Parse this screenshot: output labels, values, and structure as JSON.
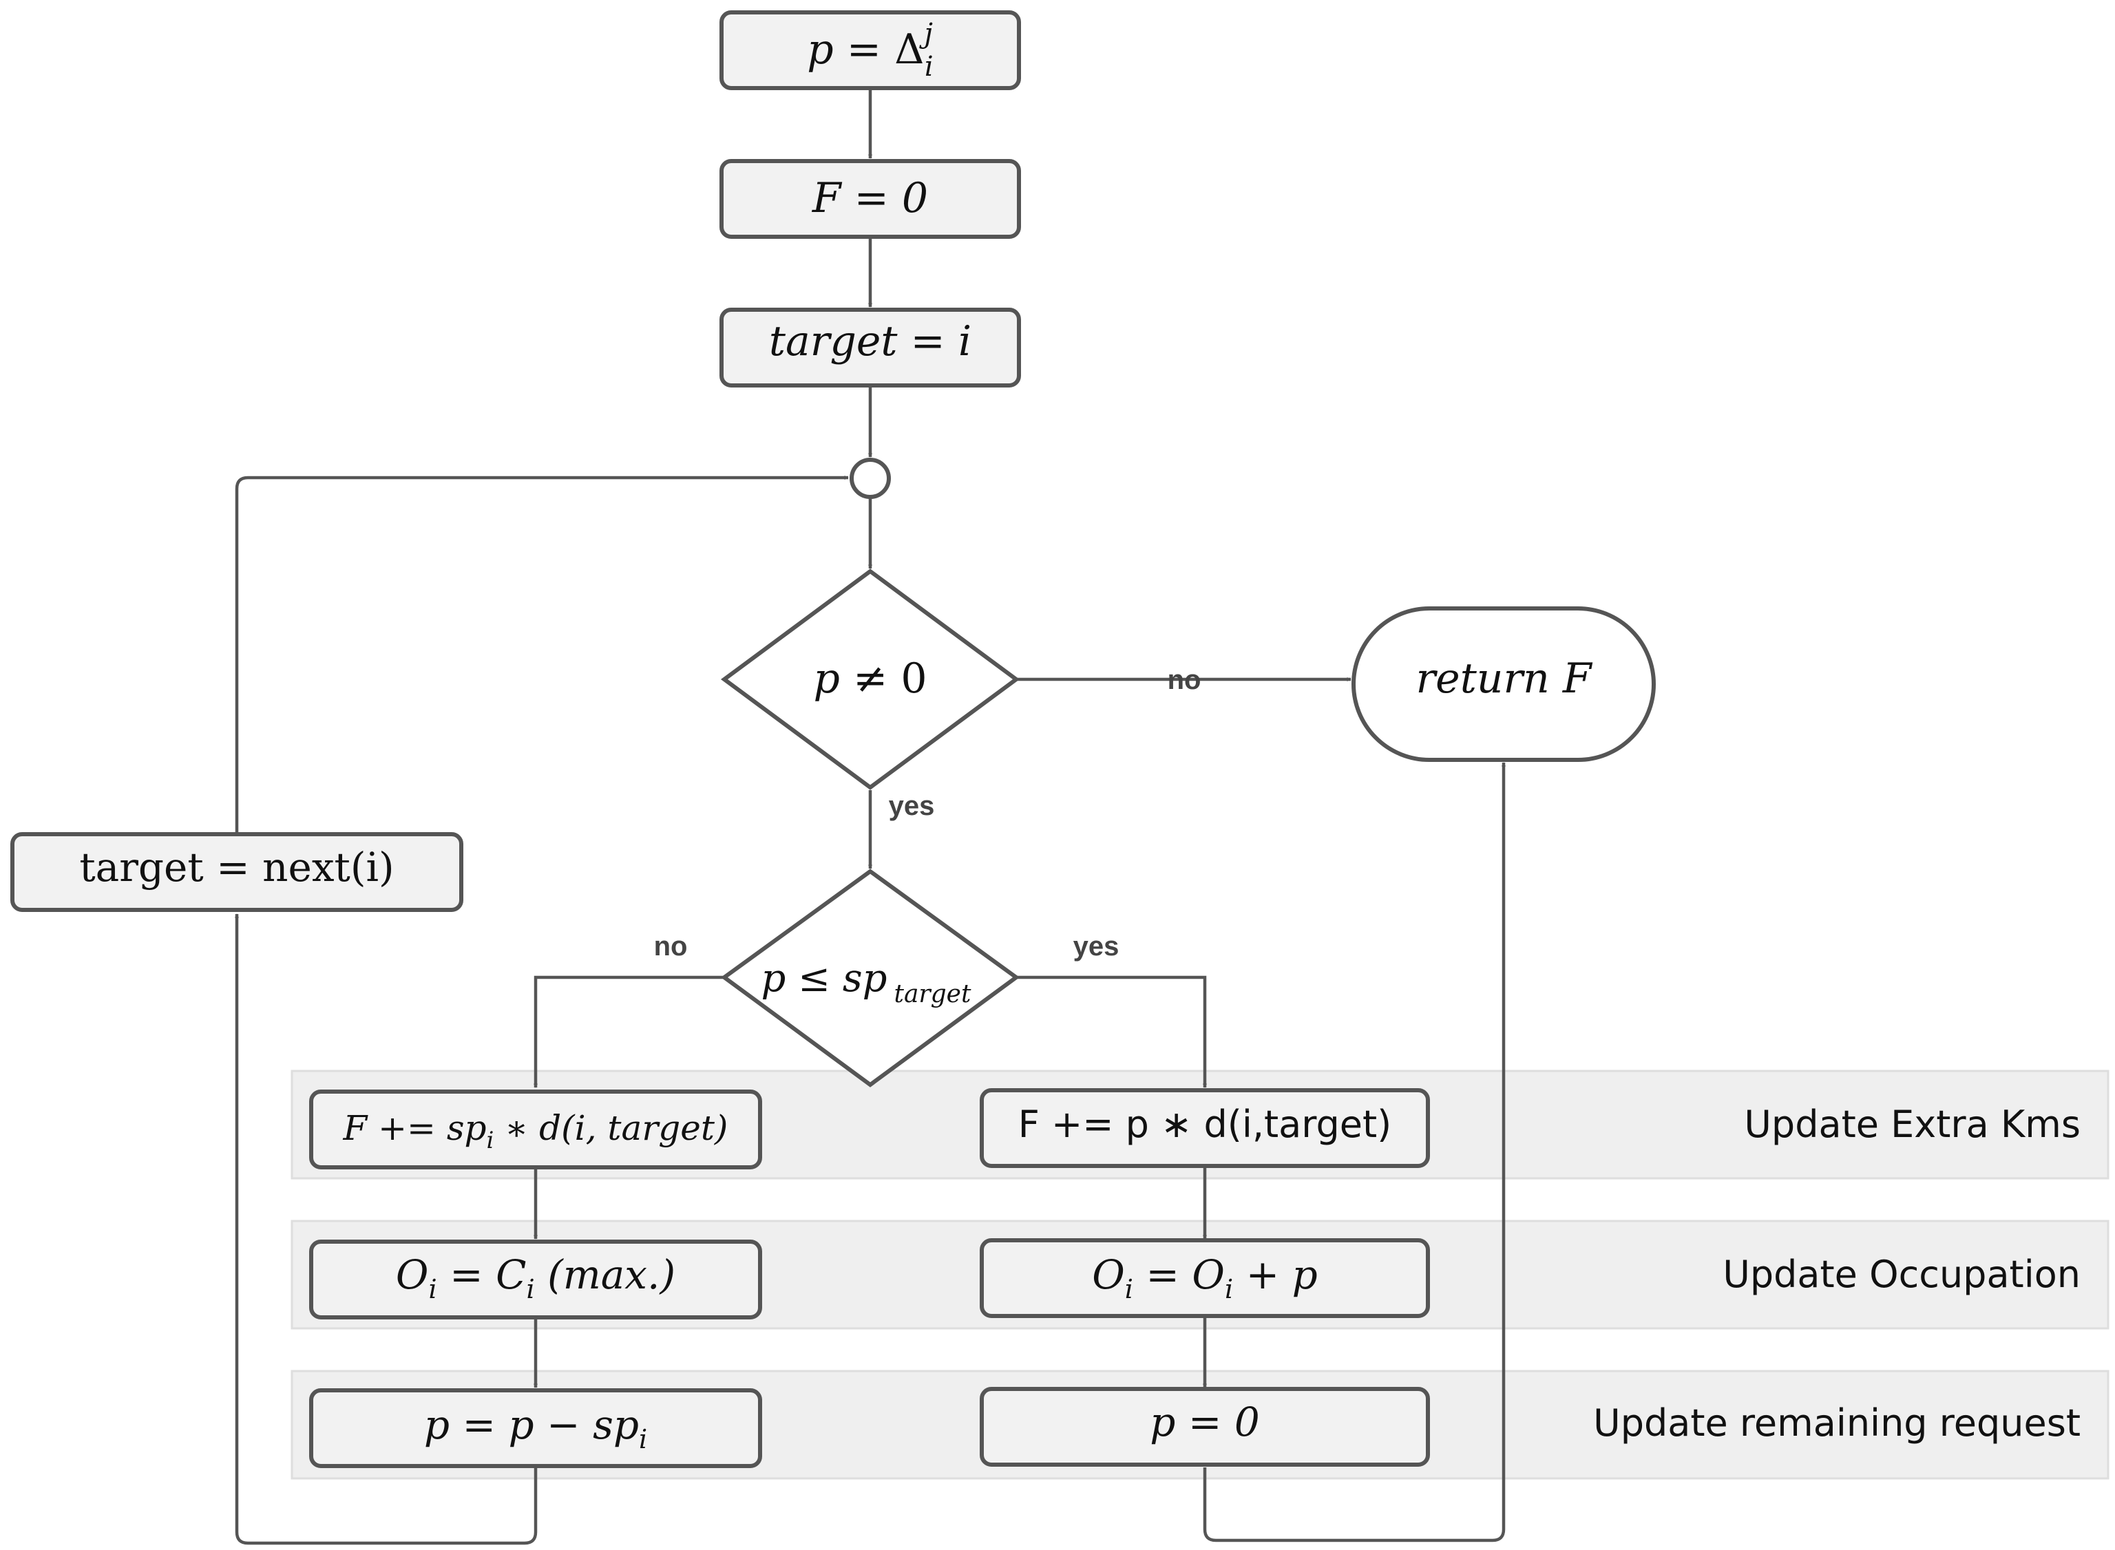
{
  "nodes": {
    "init_p": {
      "lhs": "p",
      "eq": " = ",
      "delta": "Δ",
      "sup": "j",
      "sub": "i"
    },
    "init_f": {
      "text": "F = 0"
    },
    "init_target": {
      "text": "target = i"
    },
    "loop_check": {
      "lhs": "p",
      "op": " ≠ 0"
    },
    "return": {
      "text": "return F"
    },
    "next_target": {
      "text": "target = next(i)"
    },
    "capacity_check": {
      "lhs": "p ≤ sp",
      "sub": "target"
    },
    "no_extra_kms": {
      "pre": "F += sp",
      "sub": "i",
      "post": " ∗ d(i, target)"
    },
    "no_occupation": {
      "o": "O",
      "sub1": "i",
      "eq": " = C",
      "sub2": "i",
      "post": " (max.)"
    },
    "no_remaining": {
      "pre": "p = p − sp",
      "sub": "i"
    },
    "yes_extra_kms": {
      "text": "F += p ∗ d(i,target)"
    },
    "yes_occupation": {
      "o": "O",
      "sub1": "i",
      "eq": " = O",
      "sub2": "i",
      "post": " + p"
    },
    "yes_remaining": {
      "text": "p = 0"
    }
  },
  "edge_labels": {
    "loop_no": "no",
    "loop_yes": "yes",
    "capacity_no": "no",
    "capacity_yes": "yes"
  },
  "bands": {
    "extra_kms": "Update Extra Kms",
    "occupation": "Update Occupation",
    "remaining": "Update remaining request"
  },
  "colors": {
    "stroke": "#555555",
    "band_fill": "#efefef",
    "node_fill": "#f2f2f2"
  }
}
